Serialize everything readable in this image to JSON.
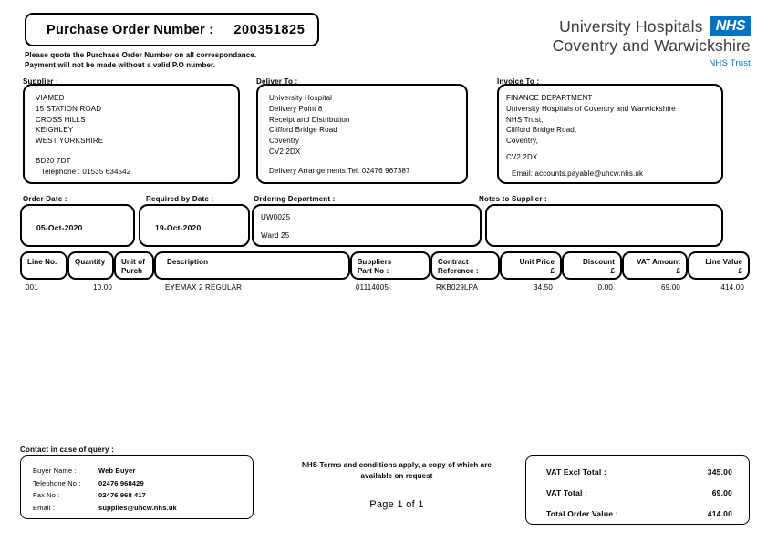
{
  "document": {
    "po_label": "Purchase Order Number :",
    "po_number": "200351825",
    "note_line1": "Please quote the Purchase Order Number on all correspondance.",
    "note_line2": "Payment will not be made without a valid P.O number."
  },
  "trust": {
    "name_line1": "University Hospitals",
    "name_line2": "Coventry and Warwickshire",
    "logo_text": "NHS",
    "sub": "NHS Trust"
  },
  "supplier": {
    "caption": "Supplier :",
    "lines": [
      "VIAMED",
      "15 STATION ROAD",
      "CROSS HILLS",
      "KEIGHLEY",
      "WEST YORKSHIRE"
    ],
    "postcode": "BD20 7DT",
    "telephone": "Telephone : 01535 634542"
  },
  "deliver_to": {
    "caption": "Deliver To :",
    "lines": [
      "University Hospital",
      "Delivery Point 8",
      "Receipt and Distribution",
      "Clifford Bridge Road",
      "Coventry",
      "CV2 2DX"
    ],
    "arrangements": "Delivery Arrangements Tel: 02476 967387"
  },
  "invoice_to": {
    "caption": "Invoice To :",
    "lines": [
      "FINANCE DEPARTMENT",
      "University Hospitals of Coventry and Warwickshire",
      "NHS Trust,",
      "Clifford Bridge Road,",
      "Coventry,"
    ],
    "postcode": "CV2 2DX",
    "email": "Email: accounts.payable@uhcw.nhs.uk"
  },
  "order_info": {
    "order_date_caption": "Order Date :",
    "order_date": "05-Oct-2020",
    "required_by_caption": "Required by Date :",
    "required_by": "19-Oct-2020",
    "department_caption": "Ordering Department :",
    "department_code": "UW0025",
    "department_name": "Ward 25",
    "notes_caption": "Notes to Supplier :",
    "notes": ""
  },
  "line_table": {
    "headers": {
      "line_no": "Line No.",
      "quantity": "Quantity",
      "unit_of_purch": "Unit of\nPurch",
      "unit_of_purch_l1": "Unit of",
      "unit_of_purch_l2": "Purch",
      "description": "Description",
      "suppliers_part_l1": "Suppliers",
      "suppliers_part_l2": "Part No :",
      "contract_ref_l1": "Contract",
      "contract_ref_l2": "Reference :",
      "unit_price_l1": "Unit Price",
      "unit_price_l2": "£",
      "discount_l1": "Discount",
      "discount_l2": "£",
      "vat_amount_l1": "VAT Amount",
      "vat_amount_l2": "£",
      "line_value_l1": "Line Value",
      "line_value_l2": "£"
    },
    "rows": [
      {
        "line_no": "001",
        "quantity": "10.00",
        "unit_of_purch": "",
        "description": "EYEMAX 2 REGULAR",
        "suppliers_part_no": "01114005",
        "contract_reference": "RKB029LPA",
        "unit_price": "34.50",
        "discount": "0.00",
        "vat_amount": "69.00",
        "line_value": "414.00"
      }
    ]
  },
  "footer": {
    "contact_caption": "Contact in case of query :",
    "buyer_name_label": "Buyer Name :",
    "buyer_name": "Web Buyer",
    "telephone_label": "Telephone No :",
    "telephone": "02476 968429",
    "fax_label": "Fax No :",
    "fax": "02476 968 417",
    "email_label": "Email :",
    "email": "supplies@uhcw.nhs.uk",
    "terms_line1": "NHS Terms and conditions apply, a copy of which are",
    "terms_line2": "available on request",
    "page": "Page 1 of 1"
  },
  "totals": {
    "vat_excl_label": "VAT Excl Total :",
    "vat_excl_value": "345.00",
    "vat_total_label": "VAT Total :",
    "vat_total_value": "69.00",
    "order_total_label": "Total Order Value :",
    "order_total_value": "414.00"
  },
  "colors": {
    "nhs_blue": "#0072c6",
    "trust_grey": "#3a3a3a",
    "ink": "#000000"
  }
}
